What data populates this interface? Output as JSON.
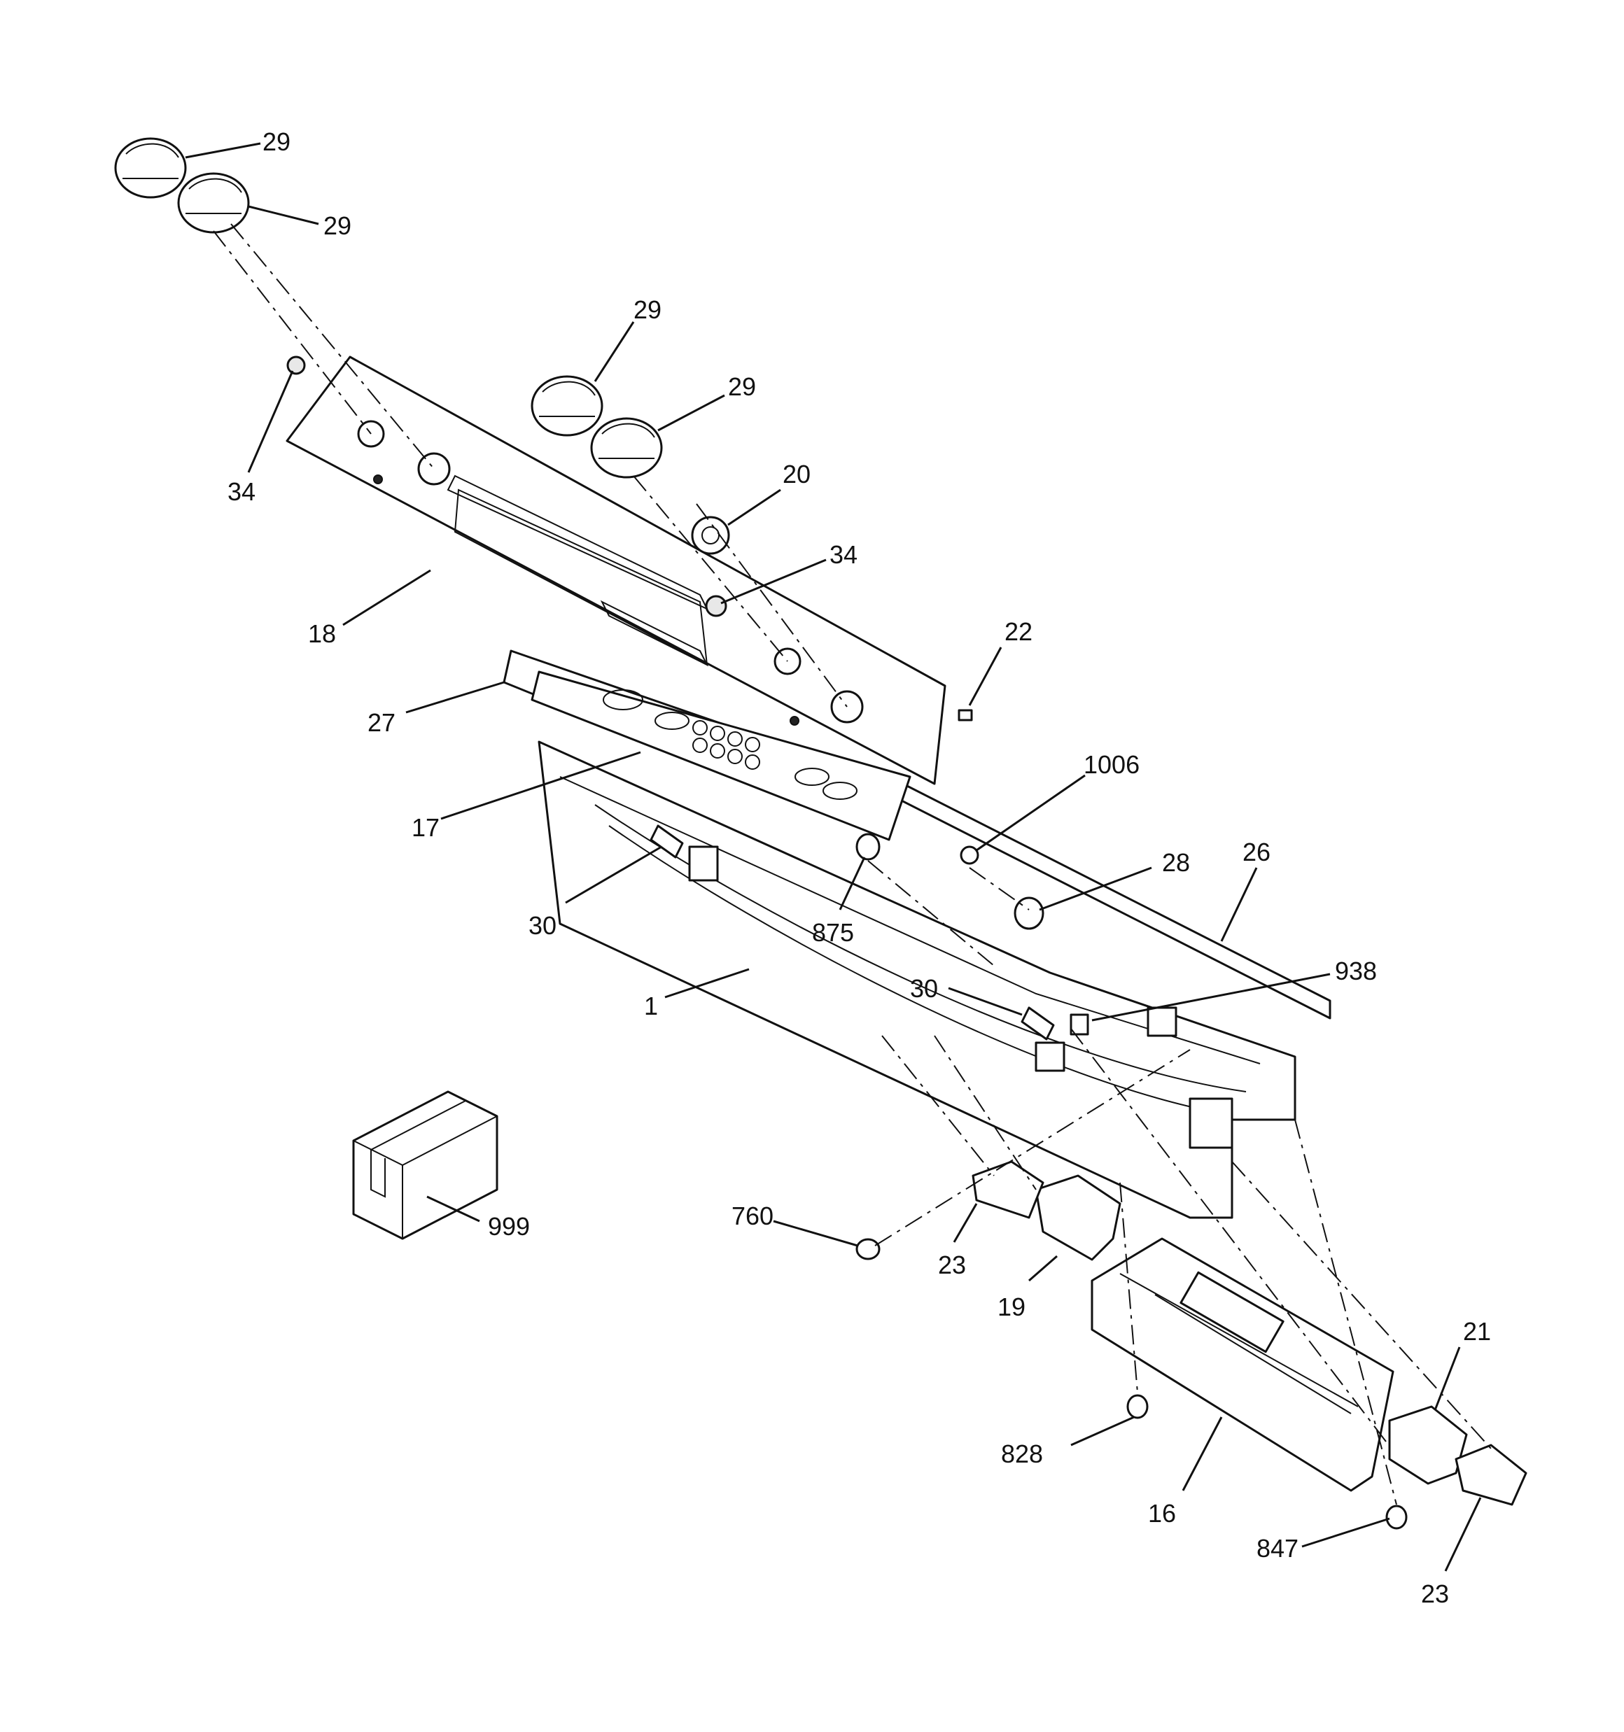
{
  "callouts": {
    "c29a": "29",
    "c29b": "29",
    "c29c": "29",
    "c29d": "29",
    "c34a": "34",
    "c34b": "34",
    "c20": "20",
    "c18": "18",
    "c22": "22",
    "c27": "27",
    "c1006": "1006",
    "c17": "17",
    "c28": "28",
    "c26": "26",
    "c30a": "30",
    "c875": "875",
    "c938": "938",
    "c30b": "30",
    "c1": "1",
    "c760": "760",
    "c999": "999",
    "c23a": "23",
    "c19": "19",
    "c21": "21",
    "c828": "828",
    "c16": "16",
    "c847": "847",
    "c23b": "23"
  }
}
